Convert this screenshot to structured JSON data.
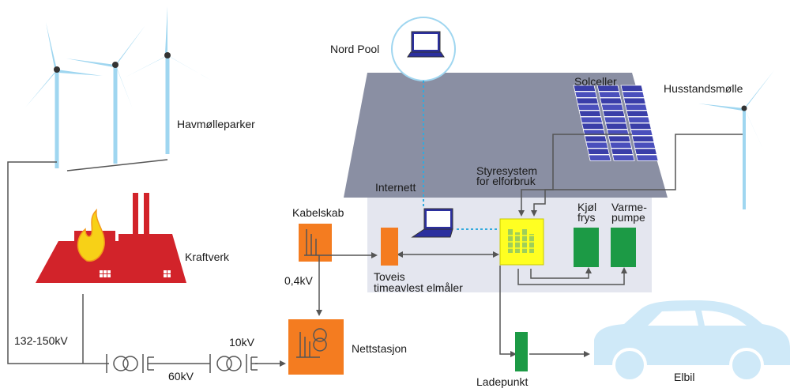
{
  "labels": {
    "havmolleparker": "Havmølleparker",
    "kraftverk": "Kraftverk",
    "nord_pool": "Nord Pool",
    "solceller": "Solceller",
    "husstandsmolle": "Husstandsmølle",
    "internett": "Internett",
    "styresystem": "Styresystem\nfor elforbruk",
    "kjol_frys": "Kjøl\nfrys",
    "varmepumpe": "Varme-\npumpe",
    "kabelskab": "Kabelskab",
    "toveis": "Toveis\ntimeavlest elmåler",
    "volt_04": "0,4kV",
    "volt_132": "132-150kV",
    "volt_10": "10kV",
    "volt_60": "60kV",
    "nettstasjon": "Nettstasjon",
    "ladepunkt": "Ladepunkt",
    "elbil": "Elbil"
  },
  "colors": {
    "turbine_blade": "#9fd6f0",
    "factory_red": "#d2232a",
    "flame_yellow": "#f7d117",
    "equipment_orange": "#f47c20",
    "appliance_green": "#1c9a45",
    "controller_yellow": "#ffff22",
    "roof_gray": "#8a8fa3",
    "house_wall": "#e4e6ef",
    "solar_blue": "#3a3ea8",
    "car_lightblue": "#cfe9f8",
    "laptop_blue": "#2b2f9e",
    "data_line_cyan": "#33aadd",
    "wire_gray": "#555555"
  },
  "icons": [
    "wind-turbine-icon",
    "power-plant-icon",
    "laptop-icon",
    "solar-panel-icon",
    "transformer-icon",
    "electric-car-icon"
  ]
}
